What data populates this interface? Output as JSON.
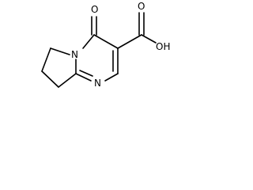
{
  "structure": {
    "atoms": {
      "carbonyl_oxygen": "O",
      "ring_nitrogen_bridgehead": "N",
      "ring_nitrogen_bottom": "N",
      "carboxyl_oxygen_top": "O",
      "carboxyl_hydroxyl": "OH"
    }
  },
  "colors": {
    "bond": "#000000",
    "label": "#000000",
    "background": "#ffffff"
  }
}
